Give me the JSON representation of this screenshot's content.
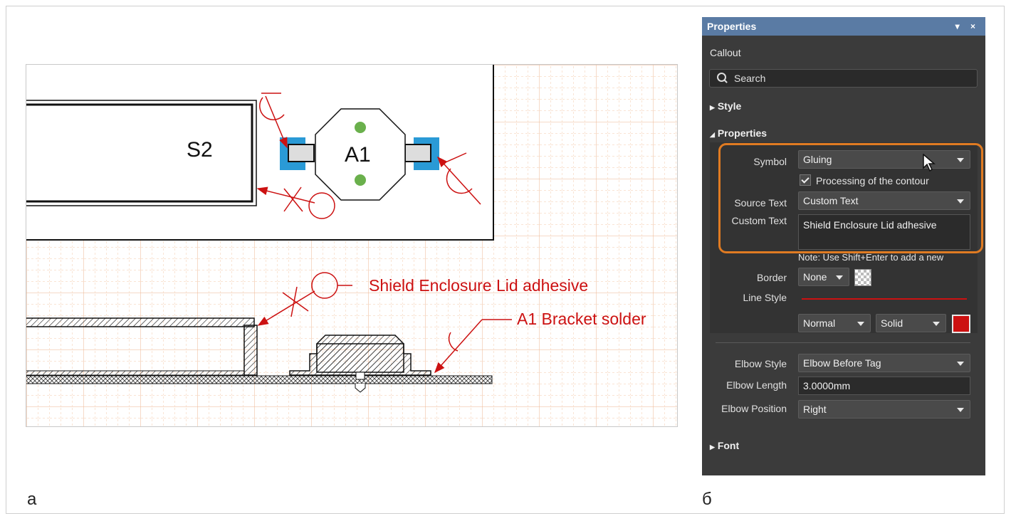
{
  "figure_labels": {
    "left": "а",
    "right": "б"
  },
  "canvas": {
    "components": {
      "s2": "S2",
      "a1": "A1"
    },
    "callouts": {
      "shield": "Shield Enclosure Lid adhesive",
      "bracket": "A1 Bracket solder"
    }
  },
  "panel": {
    "title": "Properties",
    "title_controls": "▾ ×",
    "object_type": "Callout",
    "search_placeholder": "Search",
    "sections": {
      "style": "Style",
      "properties": "Properties",
      "font": "Font"
    },
    "fields": {
      "symbol_label": "Symbol",
      "symbol_value": "Gluing",
      "processing_label": "Processing of the contour",
      "processing_checked": true,
      "source_text_label": "Source Text",
      "source_text_value": "Custom Text",
      "custom_text_label": "Custom Text",
      "custom_text_value": "Shield Enclosure Lid adhesive",
      "note": "Note: Use Shift+Enter to add a new",
      "border_label": "Border",
      "border_value": "None",
      "line_style_label": "Line Style",
      "line_weight_value": "Normal",
      "line_type_value": "Solid",
      "line_color": "#cc1111",
      "elbow_style_label": "Elbow Style",
      "elbow_style_value": "Elbow Before Tag",
      "elbow_length_label": "Elbow Length",
      "elbow_length_value": "3.0000mm",
      "elbow_position_label": "Elbow Position",
      "elbow_position_value": "Right"
    }
  },
  "colors": {
    "panel_header": "#5a7ba4",
    "highlight": "#e07b22",
    "callout": "#cc1111",
    "pad": "#2a9ad6",
    "pin": "#6ab04c"
  }
}
